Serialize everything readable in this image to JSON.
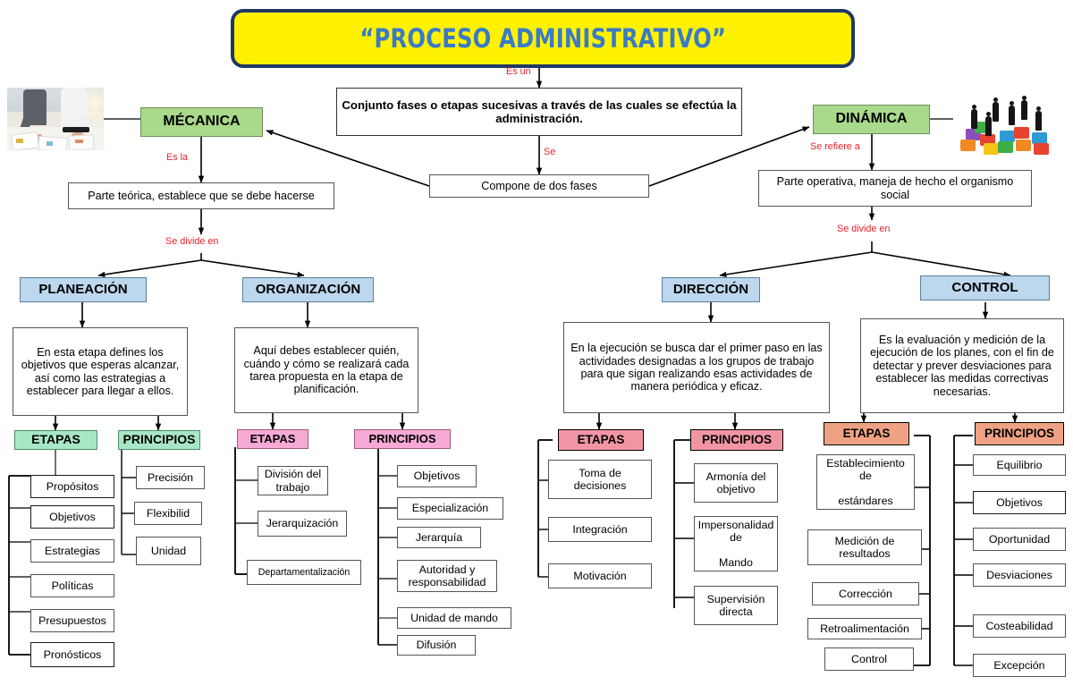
{
  "title": {
    "text": "“PROCESO ADMINISTRATIVO”"
  },
  "colors": {
    "banner_fill": "#FFF200",
    "banner_border": "#1F3864",
    "banner_text": "#3A7AC8",
    "green": "#A9D98A",
    "blue": "#BDD7EE",
    "mint": "#A7E7C6",
    "pink_light": "#F6AAD5",
    "pink_deep": "#F195A4",
    "salmon": "#EFA283",
    "connector_label": "#E8212B"
  },
  "root": {
    "definition": "Conjunto fases o etapas sucesivas a través de las cuales se efectúa la administración.",
    "two_phases": "Compone de dos fases",
    "labels": {
      "es_un": "Es un",
      "se": "Se"
    }
  },
  "branches": {
    "mecanica": {
      "title": "MÉCANICA",
      "label_to_def": "Es la",
      "definition": "Parte teórica, establece que se debe hacerse",
      "label_split": "Se divide en",
      "image_alt": "business-team-photo"
    },
    "dinamica": {
      "title": "DINÁMICA",
      "label_to_def": "Se refiere a",
      "definition": "Parte operativa, maneja de hecho el organismo social",
      "label_split": "Se divide en",
      "image_alt": "people-puzzle-photo"
    }
  },
  "columns": [
    {
      "key": "planeacion",
      "title": "PLANEACIÓN",
      "description": "En esta etapa defines los objetivos que esperas alcanzar, así como las estrategias a establecer para llegar a ellos.",
      "etapas_label": "ETAPAS",
      "principios_label": "PRINCIPIOS",
      "etapas": [
        "Propósitos",
        "Objetivos",
        "Estrategias",
        "Políticas",
        "Presupuestos",
        "Pronósticos"
      ],
      "principios": [
        "Precisión",
        "Flexibilid",
        "Unidad"
      ]
    },
    {
      "key": "organizacion",
      "title": "ORGANIZACIÓN",
      "description": "Aquí debes establecer quién, cuándo y cómo se realizará cada tarea propuesta en la etapa de planificación.",
      "etapas_label": "ETAPAS",
      "principios_label": "PRINCIPIOS",
      "etapas": [
        "División del trabajo",
        "Jerarquización",
        "Departamentalización"
      ],
      "principios": [
        "Objetivos",
        "Especialización",
        "Jerarquía",
        "Autoridad y responsabilidad",
        "Unidad de mando",
        "Difusión"
      ]
    },
    {
      "key": "direccion",
      "title": "DIRECCIÓN",
      "description": "En la ejecución se busca dar el primer paso en las actividades designadas a los grupos de trabajo para que sigan realizando esas actividades de manera periódica y eficaz.",
      "etapas_label": "ETAPAS",
      "principios_label": "PRINCIPIOS",
      "etapas": [
        "Toma de decisiones",
        "Integración",
        "Motivación"
      ],
      "principios": [
        "Armonía del objetivo",
        "Impersonalidad de\n\nMando",
        "Supervisión directa"
      ]
    },
    {
      "key": "control",
      "title": "CONTROL",
      "description": "Es la evaluación y medición de la ejecución de los planes, con el fin de detectar y prever desviaciones para establecer las medidas correctivas necesarias.",
      "etapas_label": "ETAPAS",
      "principios_label": "PRINCIPIOS",
      "etapas": [
        "Establecimiento de\n\nestándares",
        "Medición de resultados",
        "Corrección",
        "Retroalimentación",
        "Control"
      ],
      "principios": [
        "Equilibrio",
        "Objetivos",
        "Oportunidad",
        "Desviaciones",
        "Costeabilidad",
        "Excepción"
      ]
    }
  ]
}
